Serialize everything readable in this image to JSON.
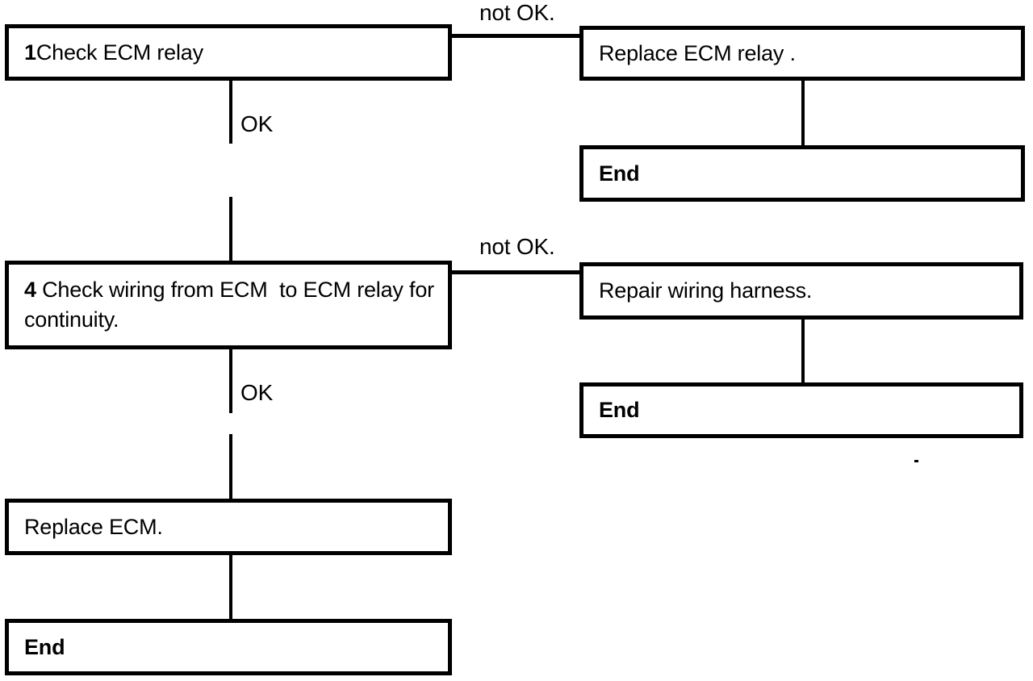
{
  "canvas": {
    "background": "#ffffff",
    "ink": "#000000"
  },
  "nodes": {
    "step1": {
      "number": "1",
      "label": "Check ECM relay"
    },
    "replace_relay": {
      "label": "Replace ECM relay ."
    },
    "end1": {
      "label": "End"
    },
    "step4": {
      "number": "4",
      "label": " Check wiring from ECM  to ECM relay for continuity."
    },
    "repair_harness": {
      "label": "Repair wiring harness."
    },
    "end2": {
      "label": "End"
    },
    "replace_ecm": {
      "label": "Replace ECM."
    },
    "end3": {
      "label": "End"
    }
  },
  "edge_labels": {
    "not_ok_1": "not OK.",
    "ok_1": "OK",
    "not_ok_2": "not OK.",
    "ok_2": "OK"
  }
}
